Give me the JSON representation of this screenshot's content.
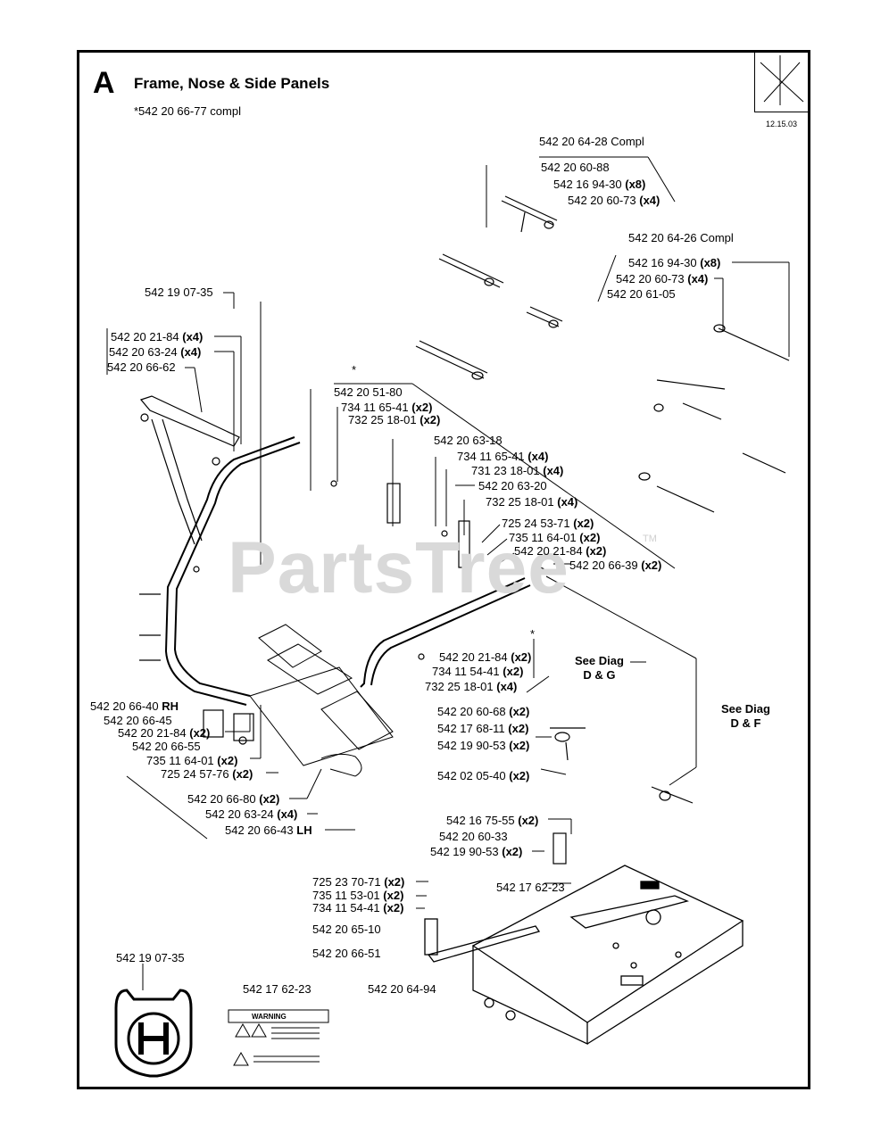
{
  "header": {
    "section_letter": "A",
    "title": "Frame, Nose & Side Panels",
    "subtitle": "*542 20 66-77 compl",
    "date_code": "12.15.03"
  },
  "watermark": {
    "text": "PartsTree",
    "trademark": "TM"
  },
  "callouts": [
    {
      "id": "c01",
      "part": "542 20 64-28 Compl",
      "qty": ""
    },
    {
      "id": "c02",
      "part": "542 20 60-88",
      "qty": ""
    },
    {
      "id": "c03",
      "part": "542 16 94-30",
      "qty": "(x8)"
    },
    {
      "id": "c04",
      "part": "542 20 60-73",
      "qty": "(x4)"
    },
    {
      "id": "c05",
      "part": "542 20 64-26 Compl",
      "qty": ""
    },
    {
      "id": "c06",
      "part": "542 16 94-30",
      "qty": "(x8)"
    },
    {
      "id": "c07",
      "part": "542 20 60-73",
      "qty": "(x4)"
    },
    {
      "id": "c08",
      "part": "542 20 61-05",
      "qty": ""
    },
    {
      "id": "c09",
      "part": "542 19 07-35",
      "qty": ""
    },
    {
      "id": "c10",
      "part": "542 20 21-84",
      "qty": "(x4)"
    },
    {
      "id": "c11",
      "part": "542 20 63-24",
      "qty": "(x4)"
    },
    {
      "id": "c12",
      "part": "542 20 66-62",
      "qty": ""
    },
    {
      "id": "c13",
      "part": "542 20 51-80",
      "qty": ""
    },
    {
      "id": "c14",
      "part": "734 11 65-41",
      "qty": "(x2)"
    },
    {
      "id": "c15",
      "part": "732 25 18-01",
      "qty": "(x2)"
    },
    {
      "id": "c16",
      "part": "542 20 63-18",
      "qty": ""
    },
    {
      "id": "c17",
      "part": "734 11 65-41",
      "qty": "(x4)"
    },
    {
      "id": "c18",
      "part": "731 23 18-01",
      "qty": "(x4)"
    },
    {
      "id": "c19",
      "part": "542 20 63-20",
      "qty": ""
    },
    {
      "id": "c20",
      "part": "732 25 18-01",
      "qty": "(x4)"
    },
    {
      "id": "c21",
      "part": "725 24 53-71",
      "qty": "(x2)"
    },
    {
      "id": "c22",
      "part": "735 11 64-01",
      "qty": "(x2)"
    },
    {
      "id": "c23",
      "part": "542 20 21-84",
      "qty": "(x2)"
    },
    {
      "id": "c24",
      "part": "542 20 66-39",
      "qty": "(x2)"
    },
    {
      "id": "c25",
      "part": "542 20 21-84",
      "qty": "(x2)"
    },
    {
      "id": "c26",
      "part": "734 11 54-41",
      "qty": "(x2)"
    },
    {
      "id": "c27",
      "part": "732 25 18-01",
      "qty": "(x4)"
    },
    {
      "id": "c28",
      "part": "542 20 66-40",
      "qty": "RH"
    },
    {
      "id": "c29",
      "part": "542 20 66-45",
      "qty": ""
    },
    {
      "id": "c30",
      "part": "542 20 21-84",
      "qty": "(x2)"
    },
    {
      "id": "c31",
      "part": "542 20 66-55",
      "qty": ""
    },
    {
      "id": "c32",
      "part": "735 11 64-01",
      "qty": "(x2)"
    },
    {
      "id": "c33",
      "part": "725 24 57-76",
      "qty": "(x2)"
    },
    {
      "id": "c34",
      "part": "542 20 66-80",
      "qty": "(x2)"
    },
    {
      "id": "c35",
      "part": "542 20 63-24",
      "qty": "(x4)"
    },
    {
      "id": "c36",
      "part": "542 20 66-43",
      "qty": "LH"
    },
    {
      "id": "c37",
      "part": "542 20 60-68",
      "qty": "(x2)"
    },
    {
      "id": "c38",
      "part": "542 17 68-11",
      "qty": "(x2)"
    },
    {
      "id": "c39",
      "part": "542 19 90-53",
      "qty": "(x2)"
    },
    {
      "id": "c40",
      "part": "542 02 05-40",
      "qty": "(x2)"
    },
    {
      "id": "c41",
      "part": "542 16 75-55",
      "qty": "(x2)"
    },
    {
      "id": "c42",
      "part": "542 20 60-33",
      "qty": ""
    },
    {
      "id": "c43",
      "part": "542 19 90-53",
      "qty": "(x2)"
    },
    {
      "id": "c44",
      "part": "542 17 62-23",
      "qty": ""
    },
    {
      "id": "c45",
      "part": "725 23 70-71",
      "qty": "(x2)"
    },
    {
      "id": "c46",
      "part": "735 11 53-01",
      "qty": "(x2)"
    },
    {
      "id": "c47",
      "part": "734 11 54-41",
      "qty": "(x2)"
    },
    {
      "id": "c48",
      "part": "542 20 65-10",
      "qty": ""
    },
    {
      "id": "c49",
      "part": "542 20 66-51",
      "qty": ""
    },
    {
      "id": "c50",
      "part": "542 20 64-94",
      "qty": ""
    },
    {
      "id": "c51",
      "part": "542 19 07-35",
      "qty": ""
    },
    {
      "id": "c52",
      "part": "542 17 62-23",
      "qty": ""
    }
  ],
  "references": [
    {
      "id": "r1",
      "line1": "See Diag",
      "line2": "D & G"
    },
    {
      "id": "r2",
      "line1": "See Diag",
      "line2": "D & F"
    }
  ],
  "markers": {
    "asterisk": "*"
  },
  "decal": {
    "header": "WARNING"
  }
}
